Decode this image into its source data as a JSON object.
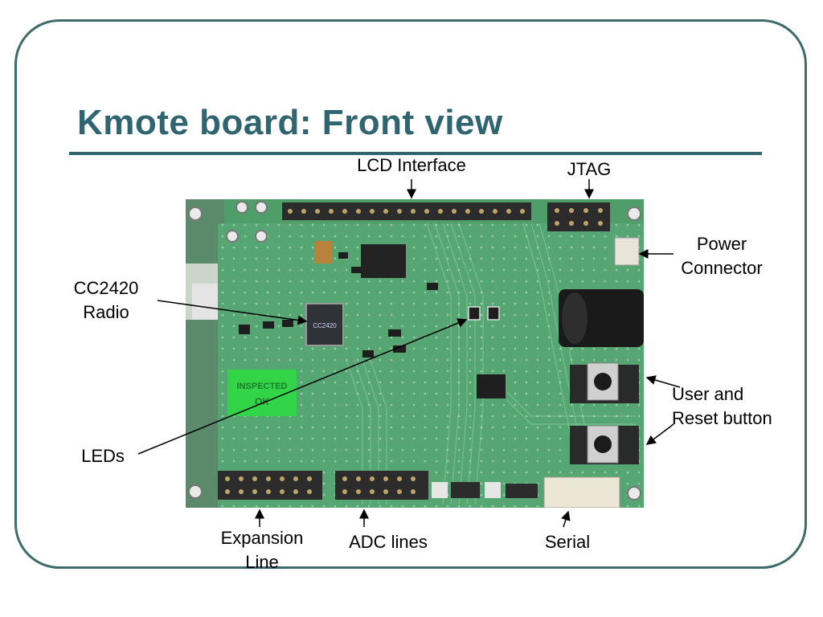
{
  "slide": {
    "title": "Kmote board: Front view"
  },
  "labels": {
    "lcd_interface": "LCD Interface",
    "jtag": "JTAG",
    "power_connector": [
      "Power",
      "Connector"
    ],
    "cc2420_radio": [
      "CC2420",
      "Radio"
    ],
    "user_reset_button": [
      "User and",
      "Reset button"
    ],
    "leds": "LEDs",
    "expansion_line": [
      "Expansion",
      "Line"
    ],
    "adc_lines": "ADC lines",
    "serial": "Serial"
  },
  "photo": {
    "sticker_text": [
      "INSPECTED",
      "OK"
    ],
    "chip_text": "CC2420"
  },
  "colors": {
    "title": "#2f6570",
    "frame": "#3e6b6b",
    "pcb": "#4f9e6a",
    "sticker": "#32d448"
  }
}
